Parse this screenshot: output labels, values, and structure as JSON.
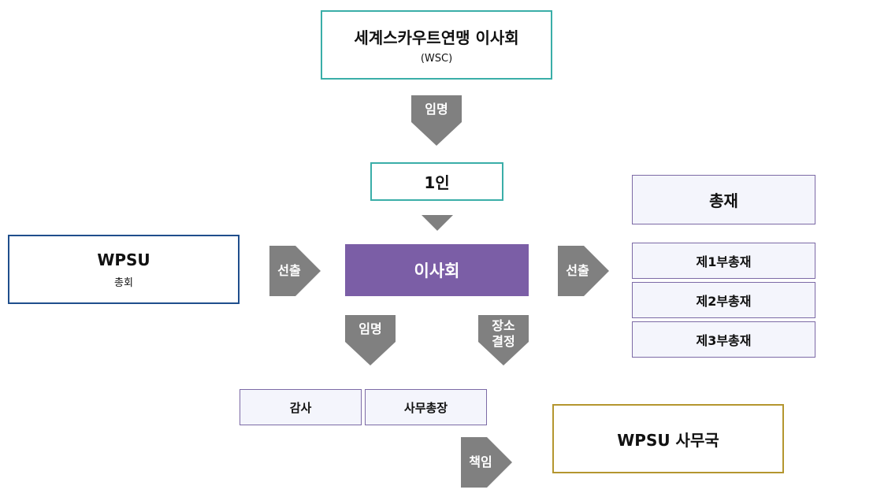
{
  "wsc": {
    "title": "세계스카우트연맹 이사회",
    "subtitle": "(WSC)"
  },
  "appoint_top": "임명",
  "one_person": "1인",
  "board": "이사회",
  "wpsu_general": {
    "title": "WPSU",
    "subtitle": "총회"
  },
  "elect_left": "선출",
  "elect_right": "선출",
  "presidents": {
    "main": "총재",
    "items": [
      "제1부총재",
      "제2부총재",
      "제3부총재"
    ]
  },
  "appoint_bottom": "임명",
  "venue_decision": {
    "line1": "장소",
    "line2": "결정"
  },
  "auditor": "감사",
  "secretary_general": "사무총장",
  "responsibility": "책임",
  "wpsu_office": "WPSU 사무국",
  "colors": {
    "arrow_gray": "#808080",
    "board_purple": "#7b5ea6",
    "teal": "#3aaea8",
    "navy": "#1f4e8c",
    "gold": "#b4962f",
    "lavender_border": "#7c6aa6",
    "lavender_fill": "#f4f5fc"
  }
}
